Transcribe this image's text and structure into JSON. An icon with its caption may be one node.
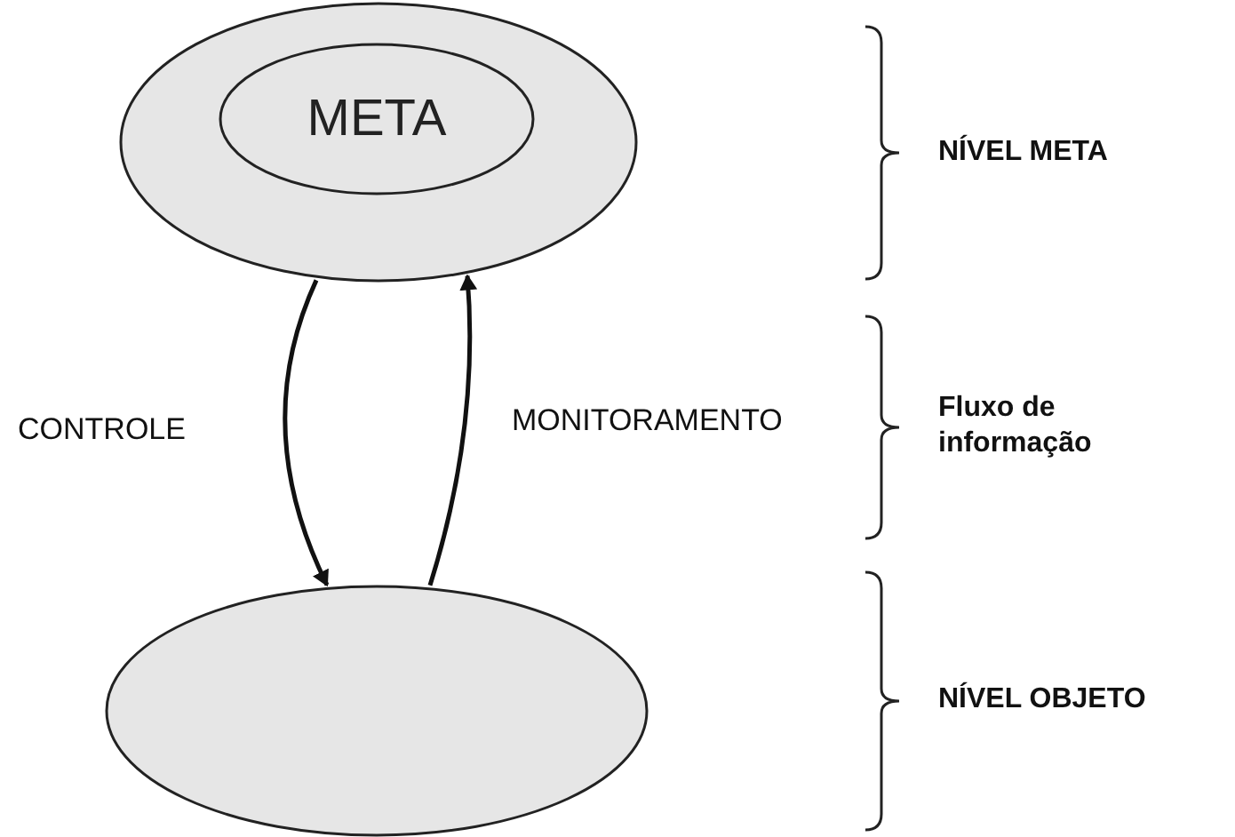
{
  "diagram": {
    "nodes": [
      {
        "text": [],
        "shape": "ellipse"
      },
      {
        "text": [
          "META"
        ],
        "in": 0
      },
      {
        "text": [],
        "shape": "ellipse"
      }
    ],
    "edges": [
      {
        "from": 0,
        "to": 2,
        "arrow": "to",
        "label": "CONTROLE"
      },
      {
        "from": 2,
        "to": 0,
        "arrow": "to",
        "label": "MONITORAMENTO"
      }
    ],
    "labels": [
      "NÍVEL META",
      "Fluxo de informação",
      "NÍVEL OBJETO"
    ]
  }
}
